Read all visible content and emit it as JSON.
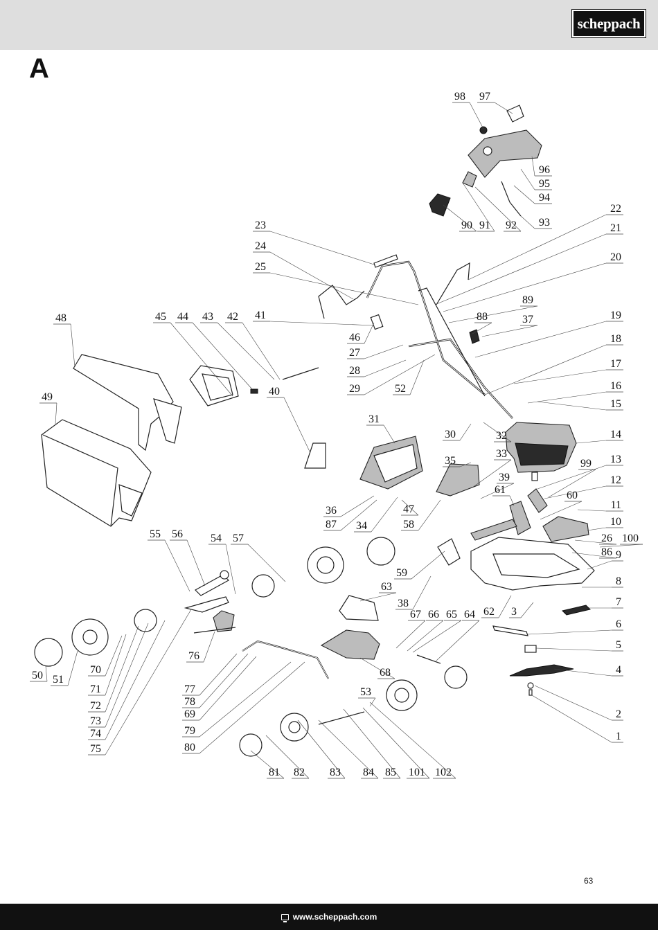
{
  "brand": "scheppach",
  "section": "A",
  "page_number": "63",
  "website": "www.scheppach.com",
  "icons": {
    "footer": "computer-monitor-icon"
  },
  "part_labels": [
    "1",
    "2",
    "3",
    "4",
    "5",
    "6",
    "7",
    "8",
    "9",
    "10",
    "11",
    "12",
    "13",
    "14",
    "15",
    "16",
    "17",
    "18",
    "19",
    "20",
    "21",
    "22",
    "23",
    "24",
    "25",
    "26",
    "27",
    "28",
    "29",
    "30",
    "31",
    "32",
    "33",
    "34",
    "35",
    "36",
    "37",
    "38",
    "39",
    "40",
    "41",
    "42",
    "43",
    "44",
    "45",
    "46",
    "47",
    "48",
    "49",
    "50",
    "51",
    "52",
    "53",
    "54",
    "55",
    "56",
    "57",
    "58",
    "59",
    "60",
    "61",
    "62",
    "63",
    "64",
    "65",
    "66",
    "67",
    "68",
    "69",
    "70",
    "71",
    "72",
    "73",
    "74",
    "75",
    "76",
    "77",
    "78",
    "79",
    "80",
    "81",
    "82",
    "83",
    "84",
    "85",
    "86",
    "87",
    "88",
    "89",
    "90",
    "91",
    "92",
    "93",
    "94",
    "95",
    "96",
    "97",
    "98",
    "99",
    "100",
    "101",
    "102"
  ]
}
